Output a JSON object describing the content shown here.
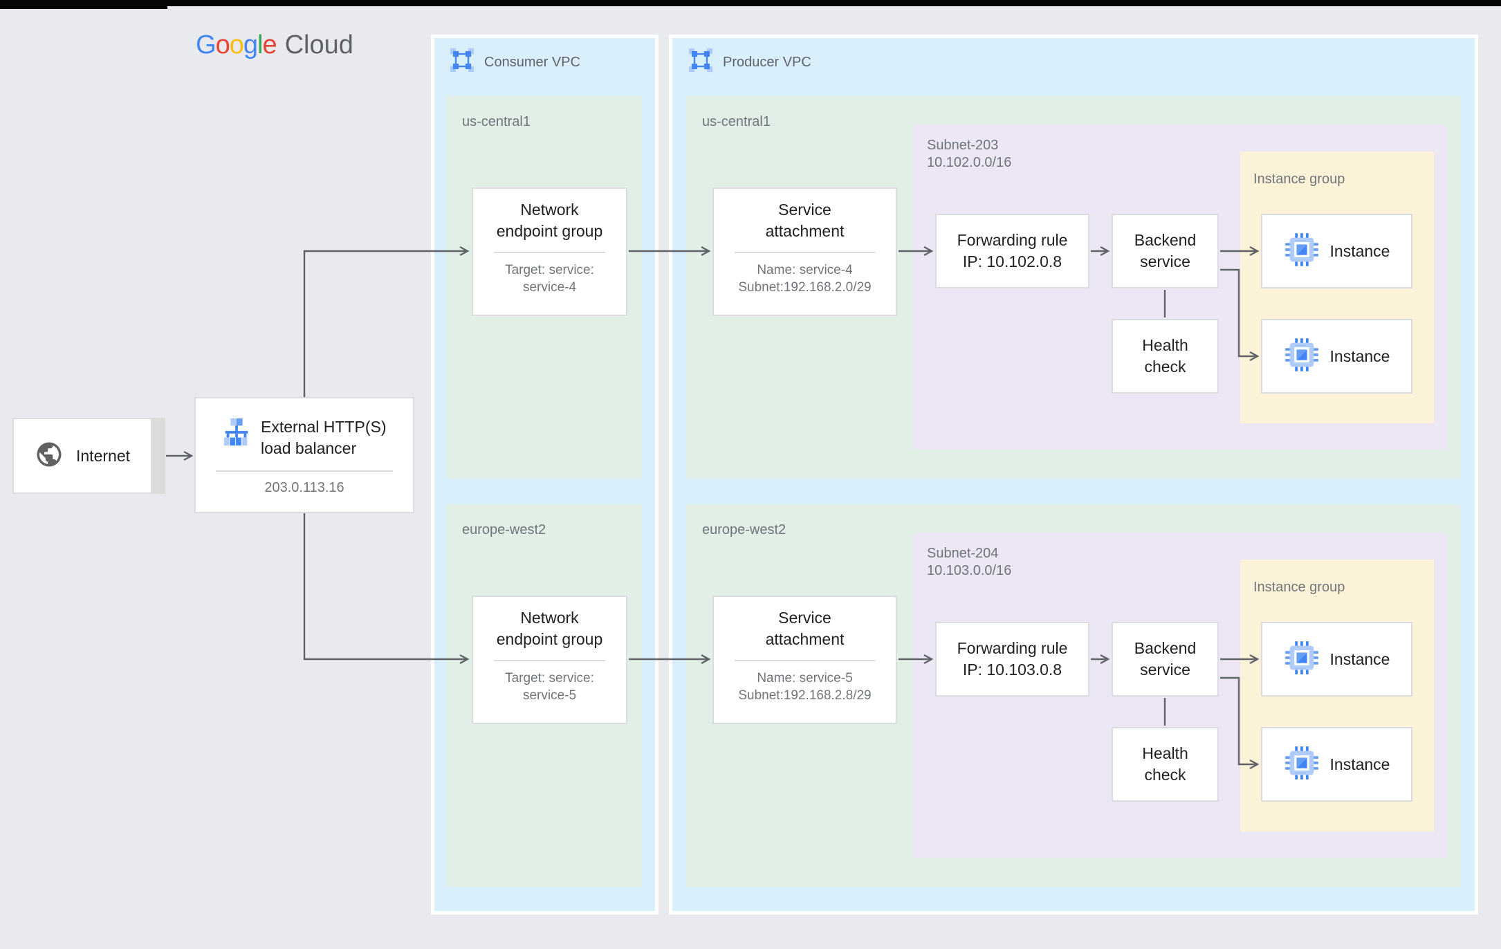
{
  "logo": {
    "letters": [
      "G",
      "o",
      "o",
      "g",
      "l",
      "e"
    ],
    "cloud": "Cloud"
  },
  "internet": {
    "label": "Internet"
  },
  "load_balancer": {
    "title": [
      "External HTTP(S)",
      "load balancer"
    ],
    "ip": "203.0.113.16"
  },
  "consumer_vpc": {
    "label": "Consumer VPC",
    "regions": [
      {
        "name": "us-central1",
        "neg": {
          "title": [
            "Network",
            "endpoint group"
          ],
          "target": [
            "Target: service:",
            "service-4"
          ]
        }
      },
      {
        "name": "europe-west2",
        "neg": {
          "title": [
            "Network",
            "endpoint group"
          ],
          "target": [
            "Target: service:",
            "service-5"
          ]
        }
      }
    ]
  },
  "producer_vpc": {
    "label": "Producer VPC",
    "regions": [
      {
        "name": "us-central1",
        "service_attachment": {
          "title": [
            "Service",
            "attachment"
          ],
          "details": [
            "Name: service-4",
            "Subnet:192.168.2.0/29"
          ]
        },
        "subnet": {
          "name": "Subnet-203",
          "cidr": "10.102.0.0/16",
          "forwarding_rule": [
            "Forwarding rule",
            "IP: 10.102.0.8"
          ],
          "backend_service": [
            "Backend",
            "service"
          ],
          "health_check": [
            "Health",
            "check"
          ]
        },
        "instance_group": {
          "label": "Instance group",
          "instances": [
            "Instance",
            "Instance"
          ]
        }
      },
      {
        "name": "europe-west2",
        "service_attachment": {
          "title": [
            "Service",
            "attachment"
          ],
          "details": [
            "Name: service-5",
            "Subnet:192.168.2.8/29"
          ]
        },
        "subnet": {
          "name": "Subnet-204",
          "cidr": "10.103.0.0/16",
          "forwarding_rule": [
            "Forwarding rule",
            "IP: 10.103.0.8"
          ],
          "backend_service": [
            "Backend",
            "service"
          ],
          "health_check": [
            "Health",
            "check"
          ]
        },
        "instance_group": {
          "label": "Instance group",
          "instances": [
            "Instance",
            "Instance"
          ]
        }
      }
    ]
  },
  "colors": {
    "page_bg": "#e8eaed",
    "vpc_fill": "#d9effc",
    "region_fill": "#e1efe7",
    "subnet_fill": "#ece6f5",
    "instance_group_fill": "#fcf2d7",
    "accent_blue": "#4285f4",
    "accent_blue_light": "#aecbfa",
    "connector": "#5f6368",
    "box_border": "#dadce0"
  }
}
